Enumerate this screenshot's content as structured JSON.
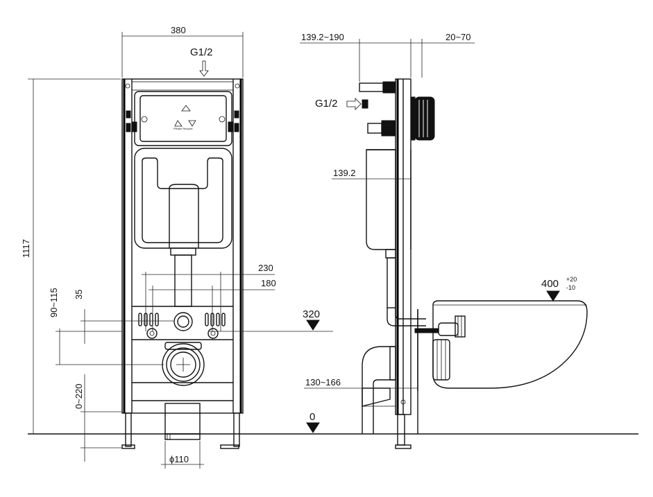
{
  "dimensions": {
    "frame_width": "380",
    "inlet_front": "G1/2",
    "inlet_side": "G1/2",
    "total_height": "1117",
    "range_90_115": "90~115",
    "offset_35": "35",
    "spacing_230": "230",
    "spacing_180": "180",
    "height_320": "320",
    "floor_zero": "0",
    "foot_range": "0~220",
    "pipe_diameter": "ϕ110",
    "depth_range": "139.2~190",
    "wall_range": "20~70",
    "depth_fixed": "139.2",
    "drain_range": "130~166",
    "bowl_height": "400",
    "bowl_tol_upper": "+20",
    "bowl_tol_lower": "-10"
  },
  "logo_text": "Please Recycle"
}
